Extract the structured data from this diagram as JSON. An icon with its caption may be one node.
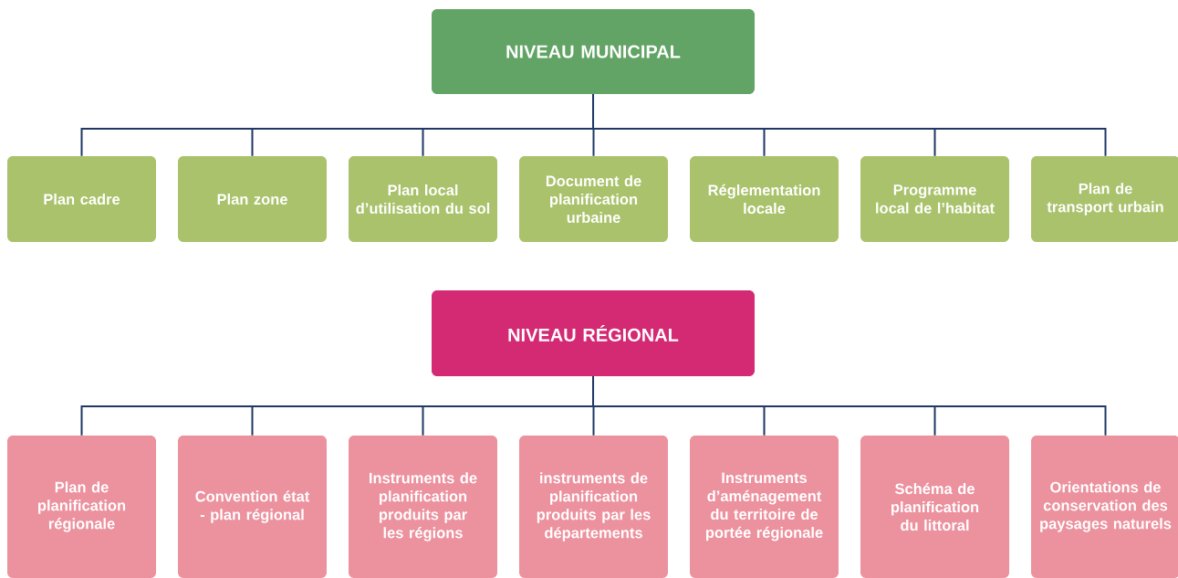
{
  "diagram": {
    "nodes": [
      {
        "text": [
          "NIVEAU MUNICIPAL"
        ]
      },
      {
        "text": [
          "Plan cadre"
        ]
      },
      {
        "text": [
          "Plan zone"
        ]
      },
      {
        "text": [
          "Plan local d’utilisation du sol"
        ]
      },
      {
        "text": [
          "Document de planification urbaine"
        ]
      },
      {
        "text": [
          "Réglementation locale"
        ]
      },
      {
        "text": [
          "Programme local de l’habitat"
        ]
      },
      {
        "text": [
          "Plan de transport urbain"
        ]
      },
      {
        "text": [
          "NIVEAU RÉGIONAL"
        ]
      },
      {
        "text": [
          "Plan de planification régionale"
        ]
      },
      {
        "text": [
          "Convention état - plan régional"
        ]
      },
      {
        "text": [
          "Instruments de planification produits par les régions"
        ]
      },
      {
        "text": [
          "instruments de planification produits par les départements"
        ]
      },
      {
        "text": [
          "Instruments d’aménagement du territoire de portée régionale"
        ]
      },
      {
        "text": [
          "Schéma de planification du littoral"
        ]
      },
      {
        "text": [
          "Orientations de conservation des paysages naturels"
        ]
      }
    ],
    "edges": [
      {
        "from": 0,
        "to": 1,
        "arrow": "none"
      },
      {
        "from": 0,
        "to": 2,
        "arrow": "none"
      },
      {
        "from": 0,
        "to": 3,
        "arrow": "none"
      },
      {
        "from": 0,
        "to": 4,
        "arrow": "none"
      },
      {
        "from": 0,
        "to": 5,
        "arrow": "none"
      },
      {
        "from": 0,
        "to": 6,
        "arrow": "none"
      },
      {
        "from": 0,
        "to": 7,
        "arrow": "none"
      },
      {
        "from": 8,
        "to": 9,
        "arrow": "none"
      },
      {
        "from": 8,
        "to": 10,
        "arrow": "none"
      },
      {
        "from": 8,
        "to": 11,
        "arrow": "none"
      },
      {
        "from": 8,
        "to": 12,
        "arrow": "none"
      },
      {
        "from": 8,
        "to": 13,
        "arrow": "none"
      },
      {
        "from": 8,
        "to": 14,
        "arrow": "none"
      },
      {
        "from": 8,
        "to": 15,
        "arrow": "none"
      }
    ]
  }
}
